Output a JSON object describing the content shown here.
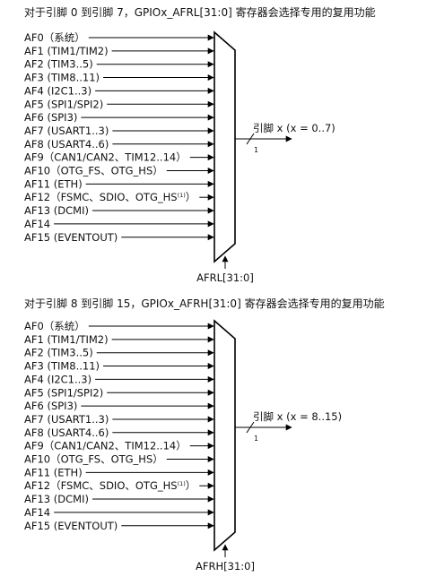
{
  "diagrams": [
    {
      "caption": "对于引脚 0 到引脚 7，GPIOx_AFRL[31:0] 寄存器会选择专用的复用功能",
      "inputs": [
        {
          "label": "AF0（系统）"
        },
        {
          "label": "AF1 (TIM1/TIM2)"
        },
        {
          "label": "AF2 (TIM3..5)"
        },
        {
          "label": "AF3 (TIM8..11)"
        },
        {
          "label": "AF4 (I2C1..3)"
        },
        {
          "label": "AF5 (SPI1/SPI2)"
        },
        {
          "label": "AF6 (SPI3)"
        },
        {
          "label": "AF7 (USART1..3)"
        },
        {
          "label": "AF8 (USART4..6)"
        },
        {
          "label": "AF9（CAN1/CAN2、TIM12..14）"
        },
        {
          "label": "AF10（OTG_FS、OTG_HS）"
        },
        {
          "label": "AF11 (ETH)"
        },
        {
          "label": "AF12（FSMC、SDIO、OTG_HS",
          "sup": "(1)",
          "tail": "）"
        },
        {
          "label": "AF13 (DCMI)"
        },
        {
          "label": "AF14"
        },
        {
          "label": "AF15 (EVENTOUT)"
        }
      ],
      "output_label": "引脚 x (x = 0..7)",
      "bus_width": "1",
      "select_label": "AFRL[31:0]"
    },
    {
      "caption": "对于引脚 8 到引脚 15，GPIOx_AFRH[31:0] 寄存器会选择专用的复用功能",
      "inputs": [
        {
          "label": "AF0（系统）"
        },
        {
          "label": "AF1 (TIM1/TIM2)"
        },
        {
          "label": "AF2 (TIM3..5)"
        },
        {
          "label": "AF3 (TIM8..11)"
        },
        {
          "label": "AF4 (I2C1..3)"
        },
        {
          "label": "AF5 (SPI1/SPI2)"
        },
        {
          "label": "AF6 (SPI3)"
        },
        {
          "label": "AF7 (USART1..3)"
        },
        {
          "label": "AF8 (USART4..6)"
        },
        {
          "label": "AF9（CAN1/CAN2、TIM12..14）"
        },
        {
          "label": "AF10（OTG_FS、OTG_HS）"
        },
        {
          "label": "AF11 (ETH)"
        },
        {
          "label": "AF12（FSMC、SDIO、OTG_HS",
          "sup": "(1)",
          "tail": "）"
        },
        {
          "label": "AF13 (DCMI)"
        },
        {
          "label": "AF14"
        },
        {
          "label": "AF15 (EVENTOUT)"
        }
      ],
      "output_label": "引脚 x (x = 8..15)",
      "bus_width": "1",
      "select_label": "AFRH[31:0]"
    }
  ]
}
